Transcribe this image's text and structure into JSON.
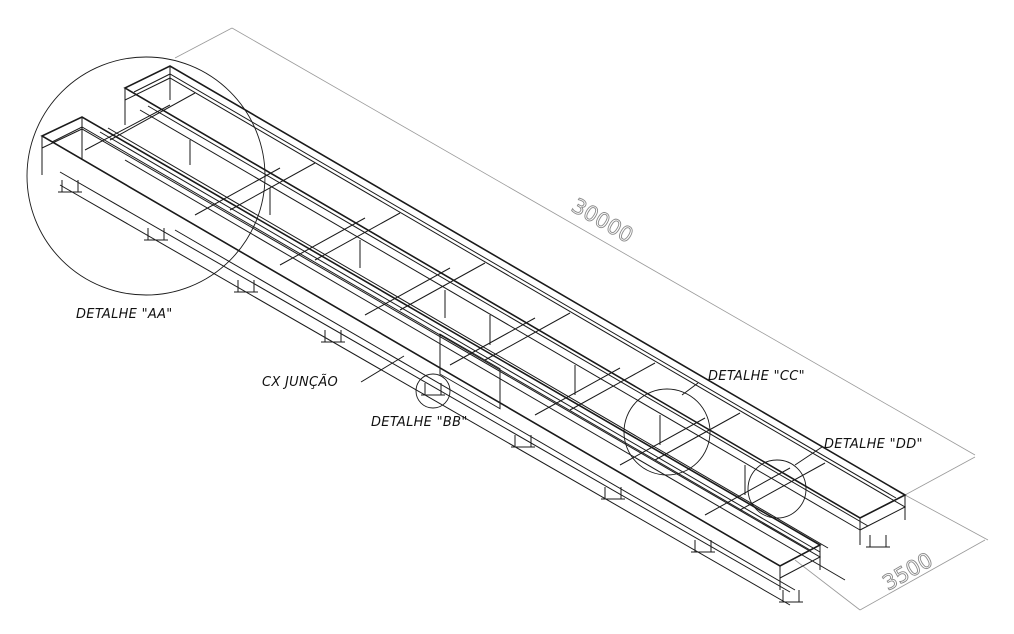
{
  "dimensions": {
    "length": "30000",
    "width": "3500"
  },
  "details": {
    "aa": "DETALHE \"AA\"",
    "bb": "DETALHE \"BB\"",
    "cc": "DETALHE \"CC\"",
    "dd": "DETALHE \"DD\""
  },
  "junction_label": "CX JUNÇÃO"
}
